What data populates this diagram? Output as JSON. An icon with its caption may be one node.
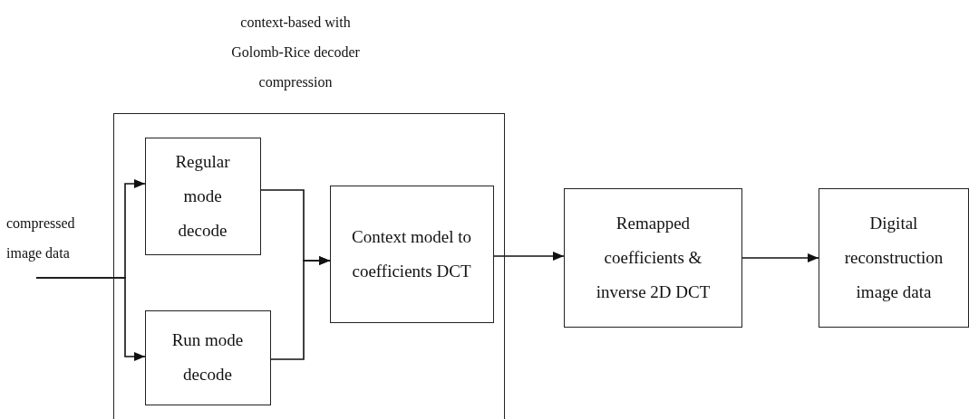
{
  "diagram": {
    "nodes": [
      {
        "text": [
          "context-based with Golomb-Rice decoder compression"
        ]
      },
      {
        "text": [
          "Regular mode decode"
        ],
        "in": 0
      },
      {
        "text": [
          "Run mode decode"
        ],
        "in": 0
      },
      {
        "text": [
          "Context model to coefficients DCT"
        ],
        "in": 0
      },
      {
        "text": [
          "Remapped coefficients & inverse 2D DCT"
        ]
      },
      {
        "text": [
          "Digital reconstruction image data"
        ]
      },
      {
        "text": [
          "compressed image data"
        ]
      }
    ],
    "edges": [
      {
        "from": 6,
        "to": 1,
        "arrow": "to"
      },
      {
        "from": 6,
        "to": 2,
        "arrow": "to"
      },
      {
        "from": 1,
        "to": 3,
        "arrow": "to"
      },
      {
        "from": 2,
        "to": 3,
        "arrow": "to"
      },
      {
        "from": 3,
        "to": 4,
        "arrow": "to"
      },
      {
        "from": 4,
        "to": 5,
        "arrow": "to"
      }
    ]
  }
}
